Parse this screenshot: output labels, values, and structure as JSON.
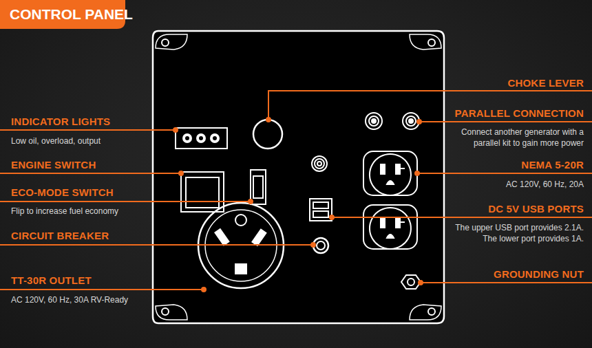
{
  "diagram": {
    "title": "CONTROL PANEL",
    "labels": [
      "INDICATOR LIGHTS",
      "Low oil, overload, output",
      "ENGINE SWITCH",
      "ECO-MODE SWITCH",
      "Flip to increase fuel economy",
      "CIRCUIT BREAKER",
      "TT-30R OUTLET",
      "AC 120V, 60 Hz, 30A RV-Ready",
      "CHOKE LEVER",
      "PARALLEL CONNECTION",
      "Connect another generator with a parallel kit to gain more power",
      "NEMA 5-20R",
      "AC 120V, 60 Hz, 20A",
      "DC 5V USB PORTS",
      "The upper USB port provides 2.1A. The lower port provides 1A.",
      "GROUNDING NUT"
    ]
  }
}
